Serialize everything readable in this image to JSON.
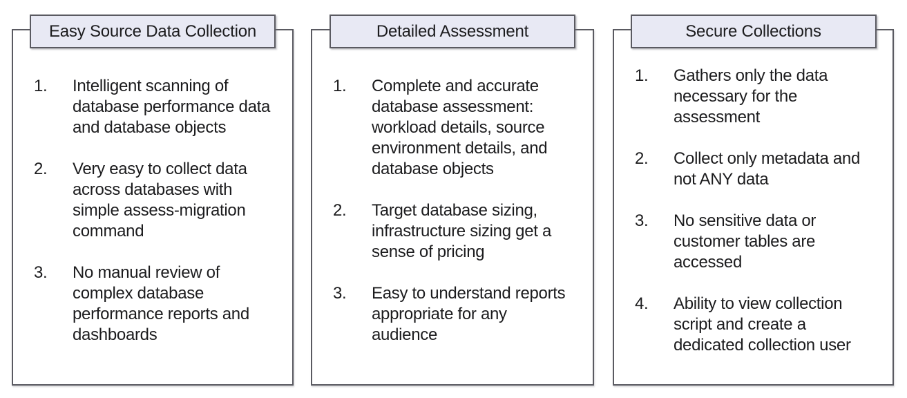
{
  "diagram": {
    "colors": {
      "title_box_fill": "#E8E9F4",
      "box_border": "#5A5A61",
      "text": "#1C1C1E",
      "background": "#FFFFFF"
    },
    "panels": [
      {
        "title": "Easy Source Data Collection",
        "items": [
          {
            "number": "1.",
            "text": "Intelligent scanning of\ndatabase performance data\nand database objects"
          },
          {
            "number": "2.",
            "text": "Very easy to collect data\nacross databases with\nsimple assess-migration\ncommand"
          },
          {
            "number": "3.",
            "text": "No manual review of\ncomplex database\nperformance reports and\ndashboards"
          }
        ]
      },
      {
        "title": "Detailed Assessment",
        "items": [
          {
            "number": "1.",
            "text": "Complete and accurate\ndatabase assessment:\nworkload details, source\nenvironment details, and\ndatabase objects"
          },
          {
            "number": "2.",
            "text": "Target database sizing,\ninfrastructure sizing get a\nsense of pricing"
          },
          {
            "number": "3.",
            "text": "Easy to understand reports\nappropriate for any\naudience"
          }
        ]
      },
      {
        "title": "Secure Collections",
        "items": [
          {
            "number": "1.",
            "text": "Gathers only the data\nnecessary for the\nassessment"
          },
          {
            "number": "2.",
            "text": "Collect only metadata and\nnot ANY data"
          },
          {
            "number": "3.",
            "text": "No sensitive data or\ncustomer tables are\naccessed"
          },
          {
            "number": "4.",
            "text": "Ability to view collection\nscript and create a\ndedicated collection user"
          }
        ]
      }
    ]
  }
}
